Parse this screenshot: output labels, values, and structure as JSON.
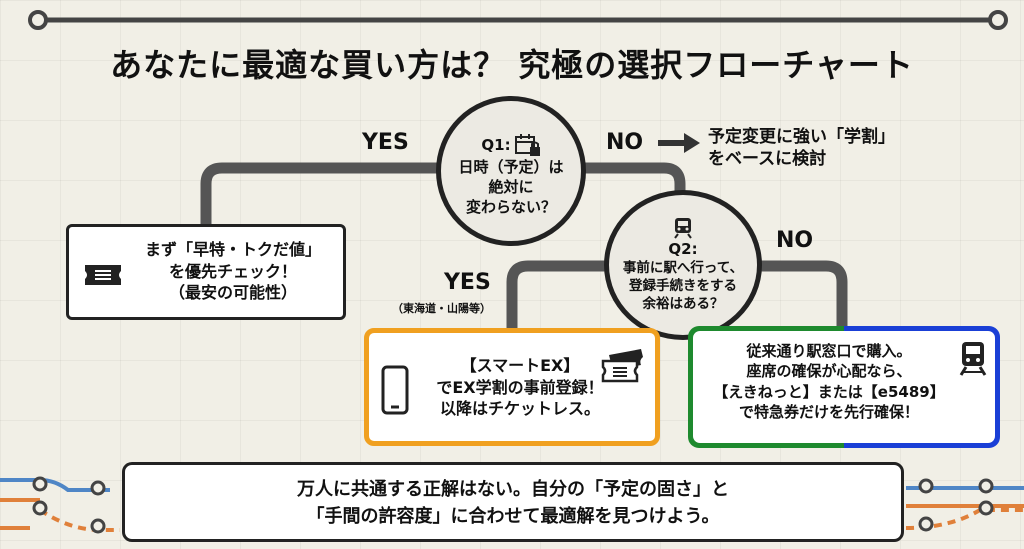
{
  "title": "あなたに最適な買い方は？ 究極の選択フローチャート",
  "yes_label": "YES",
  "no_label": "NO",
  "q1": {
    "id": "Q1:",
    "lines": [
      "日時（予定）は",
      "絶対に",
      "変わらない？"
    ]
  },
  "no_result": {
    "lines": [
      "予定変更に強い「学割」",
      "をベースに検討"
    ]
  },
  "q2": {
    "id": "Q2:",
    "lines": [
      "事前に駅へ行って、",
      "登録手続きをする",
      "余裕はある？"
    ]
  },
  "yes_note": "（東海道・山陽等）",
  "box_early": {
    "lines": [
      "まず「早特・トクだ値」",
      "を優先チェック！",
      "（最安の可能性）"
    ]
  },
  "box_smartex": {
    "lines": [
      "【スマートEX】",
      "でEX学割の事前登録！",
      "以降はチケットレス。"
    ]
  },
  "box_counter": {
    "lines": [
      "従来通り駅窓口で購入。",
      "座席の確保が心配なら、",
      "【えきねっと】または【e5489】",
      "で特急券だけを先行確保！"
    ]
  },
  "footer": {
    "lines": [
      "万人に共通する正解はない。自分の「予定の固さ」と",
      "「手間の許容度」に合わせて最適解を見つけよう。"
    ]
  },
  "icons": [
    "calendar-lock-icon",
    "train-icon",
    "ticket-icon",
    "smartphone-icon",
    "ticket-pair-icon",
    "arrow-right-icon"
  ],
  "colors": {
    "smartex_border": "#f0a020",
    "counter_border_left": "#1e8a2e",
    "counter_border_right": "#1a3fd6",
    "connector": "#555555",
    "rail_blue": "#4f86c6",
    "rail_orange": "#e0803a"
  }
}
